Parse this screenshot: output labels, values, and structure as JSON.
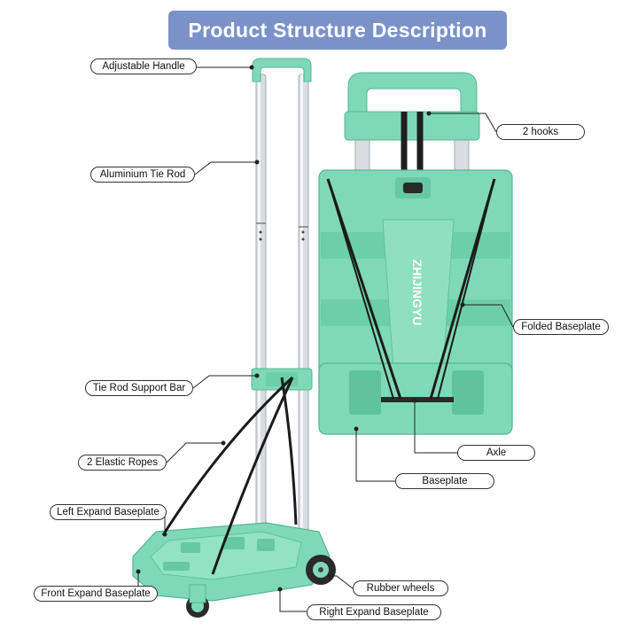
{
  "title": "Product Structure Description",
  "brand_logo_text": "ZHIJINGYU",
  "colors": {
    "banner": "#7b92c9",
    "body_mint": "#7fd9b8",
    "body_mint_dark": "#5fc49e",
    "aluminium": "#d9dde1",
    "rope": "#1b1b1b"
  },
  "labels": {
    "adjustable_handle": "Adjustable Handle",
    "aluminium_tie_rod": "Aluminium Tie Rod",
    "tie_rod_support_bar": "Tie Rod Support Bar",
    "elastic_ropes": "2 Elastic Ropes",
    "left_expand_baseplate": "Left Expand Baseplate",
    "front_expand_baseplate": "Front Expand Baseplate",
    "right_expand_baseplate": "Right Expand Baseplate",
    "rubber_wheels": "Rubber wheels",
    "hooks": "2 hooks",
    "folded_baseplate": "Folded Baseplate",
    "axle": "Axle",
    "baseplate": "Baseplate"
  }
}
